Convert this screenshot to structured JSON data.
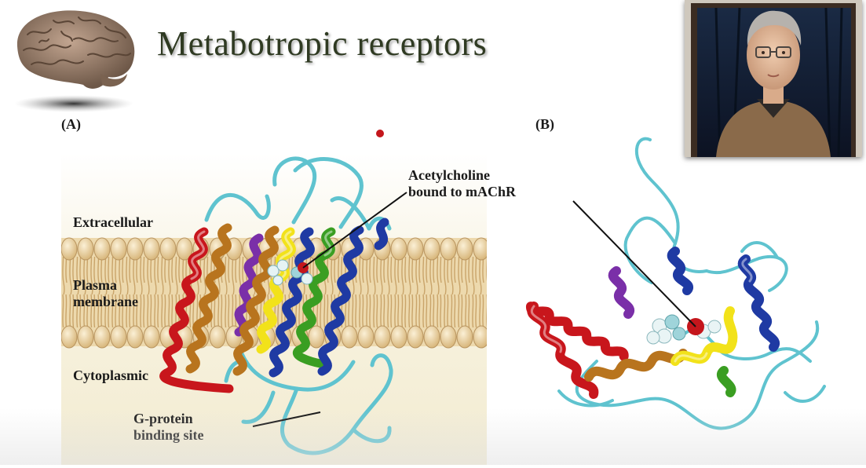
{
  "slide": {
    "title": "Metabotropic receptors"
  },
  "figure_a": {
    "panel_label": "(A)",
    "labels": {
      "extracellular": "Extracellular",
      "plasma_line1": "Plasma",
      "plasma_line2": "membrane",
      "cytoplasmic": "Cytoplasmic",
      "gprotein_line1": "G-protein",
      "gprotein_line2": "binding site",
      "ach_line1": "Acetylcholine",
      "ach_line2": "bound to mAChR"
    }
  },
  "figure_b": {
    "panel_label": "(B)"
  },
  "colors": {
    "title": "#2f3a22",
    "loop": "#5fc3cf",
    "membrane": "#e3c592",
    "helix_red": "#c8161c",
    "helix_orange": "#b8741e",
    "helix_purple": "#7a2fa8",
    "helix_yellow": "#f2e21a",
    "helix_blue": "#1f3aa3",
    "helix_green": "#3a9e22",
    "ligand_red": "#c4161c"
  },
  "icons": {
    "brain": "brain-icon",
    "ligand": "ligand-marker-icon",
    "presenter": "presenter-video"
  }
}
